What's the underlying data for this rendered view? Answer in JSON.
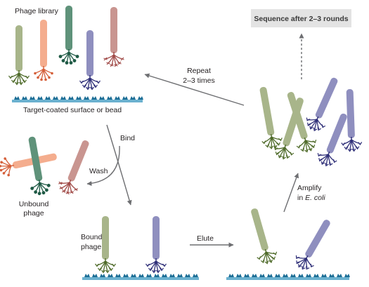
{
  "labels": {
    "phage_library": "Phage library",
    "target_surface": "Target-coated surface or bead",
    "bind": "Bind",
    "wash": "Wash",
    "unbound_line1": "Unbound",
    "unbound_line2": "phage",
    "bound_line1": "Bound",
    "bound_line2": "phage",
    "elute": "Elute",
    "amplify_line1": "Amplify",
    "amplify_line2_prefix": "in ",
    "amplify_line2_organism": "E. coli",
    "repeat_line1": "Repeat",
    "repeat_line2": "2–3 times",
    "sequence_box": "Sequence after 2–3 rounds"
  },
  "colors": {
    "green": "#a8b58a",
    "dark_green": "#4f6b2a",
    "orange": "#f4ad8e",
    "dark_orange": "#d5603a",
    "teal": "#5f927a",
    "dark_teal": "#1f5a45",
    "purple": "#8f8fbf",
    "dark_purple": "#2f2f78",
    "rose": "#c99590",
    "dark_rose": "#a14b48",
    "surface": "#6bb1cf",
    "surface_mark": "#1b6d95",
    "arrow": "#6d6e71",
    "box_fill": "#e3e3e3"
  }
}
